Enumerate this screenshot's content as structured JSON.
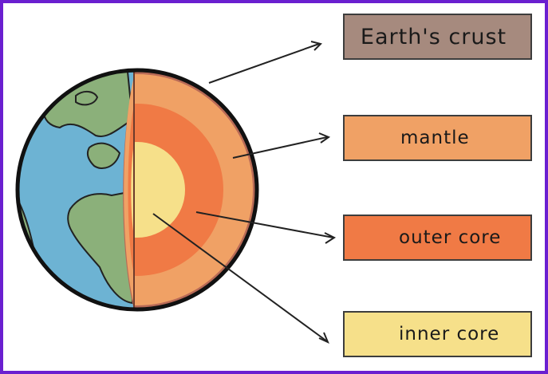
{
  "labels": {
    "crust": "Earth's crust",
    "mantle": "mantle",
    "outer_core": "outer core",
    "inner_core": "inner core"
  },
  "colors": {
    "frame": "#6a1fd0",
    "ocean": "#6db3d3",
    "land": "#8bb07a",
    "crust": "#b86a56",
    "mantle": "#f0a165",
    "outer_core": "#f07a45",
    "inner_core": "#f6e08a",
    "crust_box": "#a68a7e",
    "mantle_box": "#f0a165",
    "outer_box": "#f07a45",
    "inner_box": "#f6e08a"
  }
}
